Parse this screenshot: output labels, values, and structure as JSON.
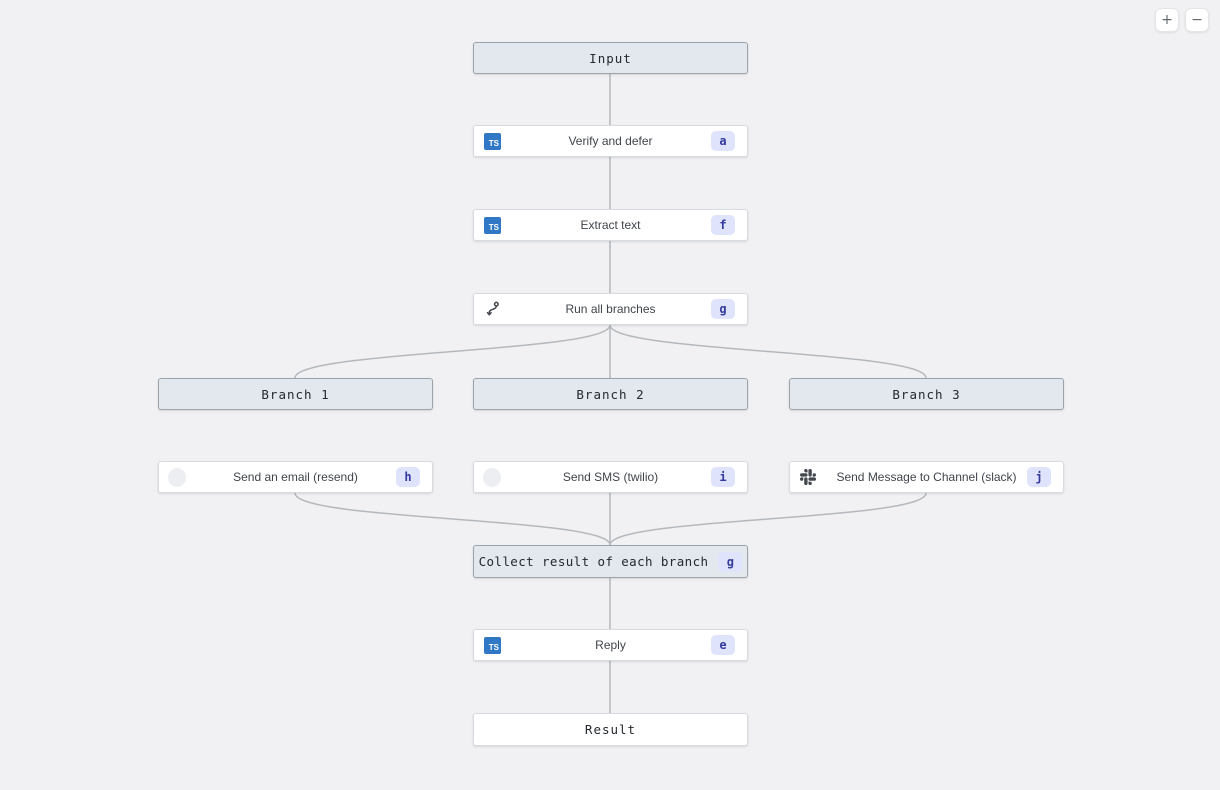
{
  "controls": {
    "zoom_in": "+",
    "zoom_out": "−"
  },
  "ts_label": "TS",
  "colors": {
    "canvas_bg": "#f1f1f3",
    "edge": "#b4b8bd",
    "header_node_bg": "#e2e8ee",
    "header_node_border": "#9ba4ad",
    "task_node_bg": "#ffffff",
    "badge_bg": "#dfe3fb",
    "badge_text": "#343b9c",
    "typescript_blue": "#3077c6"
  },
  "nodes": [
    {
      "label": "Input",
      "type": "header"
    },
    {
      "label": "Verify and defer",
      "badge": "a",
      "icon": "typescript"
    },
    {
      "label": "Extract text",
      "badge": "f",
      "icon": "typescript"
    },
    {
      "label": "Run all branches",
      "badge": "g",
      "icon": "git-branch"
    },
    {
      "label": "Branch 1",
      "type": "header"
    },
    {
      "label": "Branch 2",
      "type": "header"
    },
    {
      "label": "Branch 3",
      "type": "header"
    },
    {
      "label": "Send an email (resend)",
      "badge": "h",
      "icon": "resend-faded"
    },
    {
      "label": "Send SMS (twilio)",
      "badge": "i",
      "icon": "twilio-faded"
    },
    {
      "label": "Send Message to Channel (slack)",
      "badge": "j",
      "icon": "slack"
    },
    {
      "label": "Collect result of each branch",
      "badge": "g",
      "type": "header"
    },
    {
      "label": "Reply",
      "badge": "e",
      "icon": "typescript"
    },
    {
      "label": "Result",
      "type": "result"
    }
  ]
}
